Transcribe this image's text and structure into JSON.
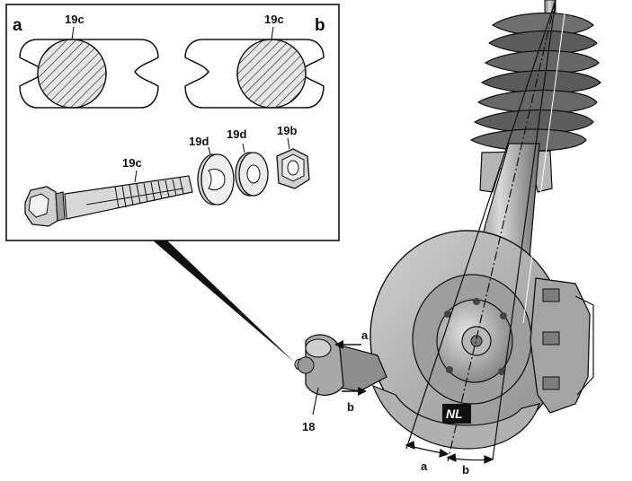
{
  "inset": {
    "view_a_letter": "a",
    "view_b_letter": "b",
    "view_a_bolt_label": "19c",
    "view_b_bolt_label": "19c",
    "bolt_label": "19c",
    "washer1_label": "19d",
    "washer2_label": "19d",
    "nut_label": "19b"
  },
  "main": {
    "arrow_a_label": "a",
    "arrow_b_label": "b",
    "balljoint_label": "18",
    "nl_label": "NL",
    "angle_a_label": "a",
    "angle_b_label": "b"
  },
  "colors": {
    "line": "#111111",
    "metal_light": "#c9c9c9",
    "metal_mid": "#9a9a9a",
    "metal_dark": "#5a5a5a",
    "hatch": "#333333",
    "background": "#ffffff"
  }
}
